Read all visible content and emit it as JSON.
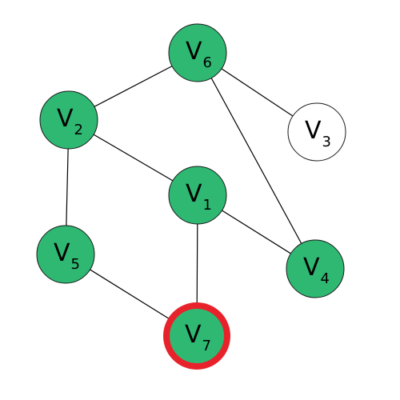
{
  "graph": {
    "colors": {
      "visited": "#2eb872",
      "unvisited": "#ffffff",
      "highlight": "#e8222a",
      "edge": "#000000"
    },
    "nodes": [
      {
        "id": "V6",
        "letter": "V",
        "sub": "6",
        "state": "visited"
      },
      {
        "id": "V2",
        "letter": "V",
        "sub": "2",
        "state": "visited"
      },
      {
        "id": "V3",
        "letter": "V",
        "sub": "3",
        "state": "unvisited"
      },
      {
        "id": "V1",
        "letter": "V",
        "sub": "1",
        "state": "visited"
      },
      {
        "id": "V5",
        "letter": "V",
        "sub": "5",
        "state": "visited"
      },
      {
        "id": "V4",
        "letter": "V",
        "sub": "4",
        "state": "visited"
      },
      {
        "id": "V7",
        "letter": "V",
        "sub": "7",
        "state": "visited",
        "highlighted": true
      }
    ],
    "edges": [
      [
        "V6",
        "V2"
      ],
      [
        "V6",
        "V3"
      ],
      [
        "V6",
        "V4"
      ],
      [
        "V2",
        "V1"
      ],
      [
        "V2",
        "V5"
      ],
      [
        "V1",
        "V4"
      ],
      [
        "V1",
        "V7"
      ],
      [
        "V5",
        "V7"
      ]
    ]
  }
}
